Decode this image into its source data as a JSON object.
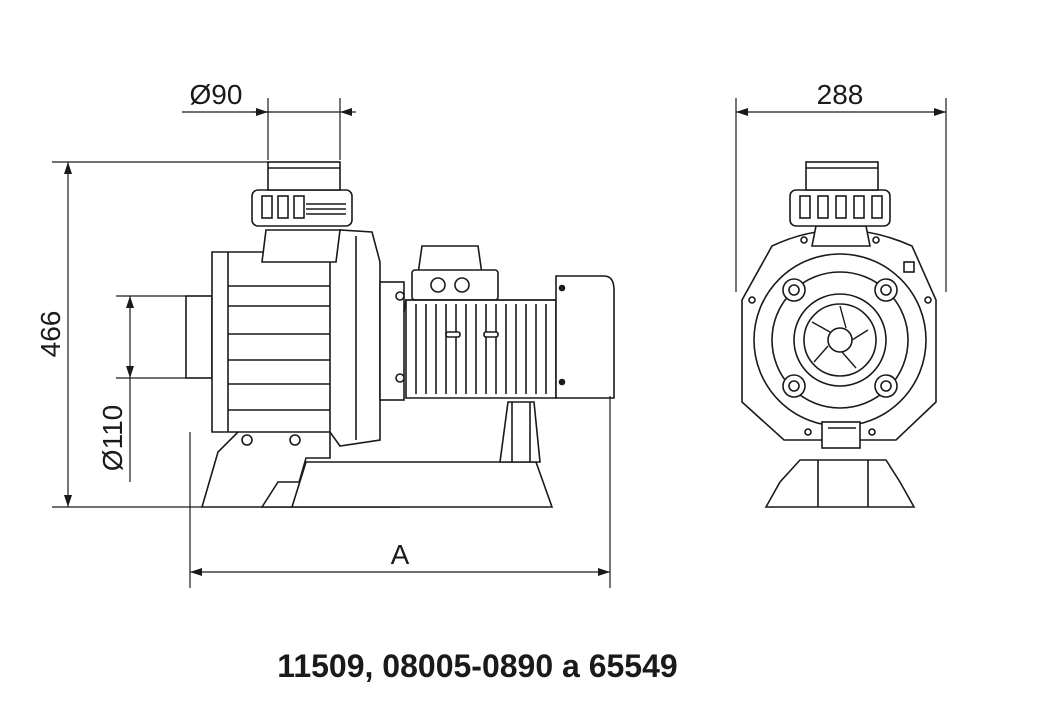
{
  "diagram": {
    "dimensions": {
      "outlet_diameter": "Ø90",
      "inlet_diameter": "Ø110",
      "overall_height": "466",
      "width": "288",
      "length": "A"
    },
    "views": {
      "side": "side-view",
      "front": "front-view"
    },
    "caption": "11509, 08005-0890 a 65549"
  }
}
